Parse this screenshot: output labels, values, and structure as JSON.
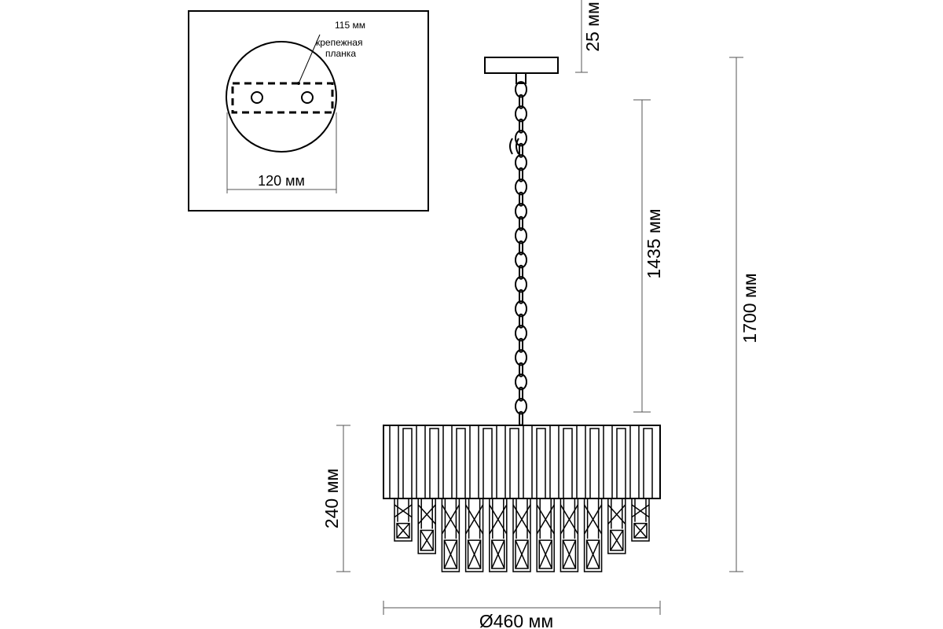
{
  "inset": {
    "plate_width_label": "115 мм",
    "plate_name_line1": "крепежная",
    "plate_name_line2": "планка",
    "canopy_diameter_label": "120 мм"
  },
  "dimensions": {
    "canopy_height_label": "25 мм",
    "chain_length_label": "1435 мм",
    "total_height_label": "1700 мм",
    "shade_height_label": "240 мм",
    "diameter_label": "Ø460 мм"
  },
  "fixture": {
    "chain_links": 28,
    "top_rods": 20,
    "crystal_columns": 11
  },
  "colors": {
    "line": "#000000",
    "dim_line": "#555555",
    "background": "#ffffff"
  }
}
